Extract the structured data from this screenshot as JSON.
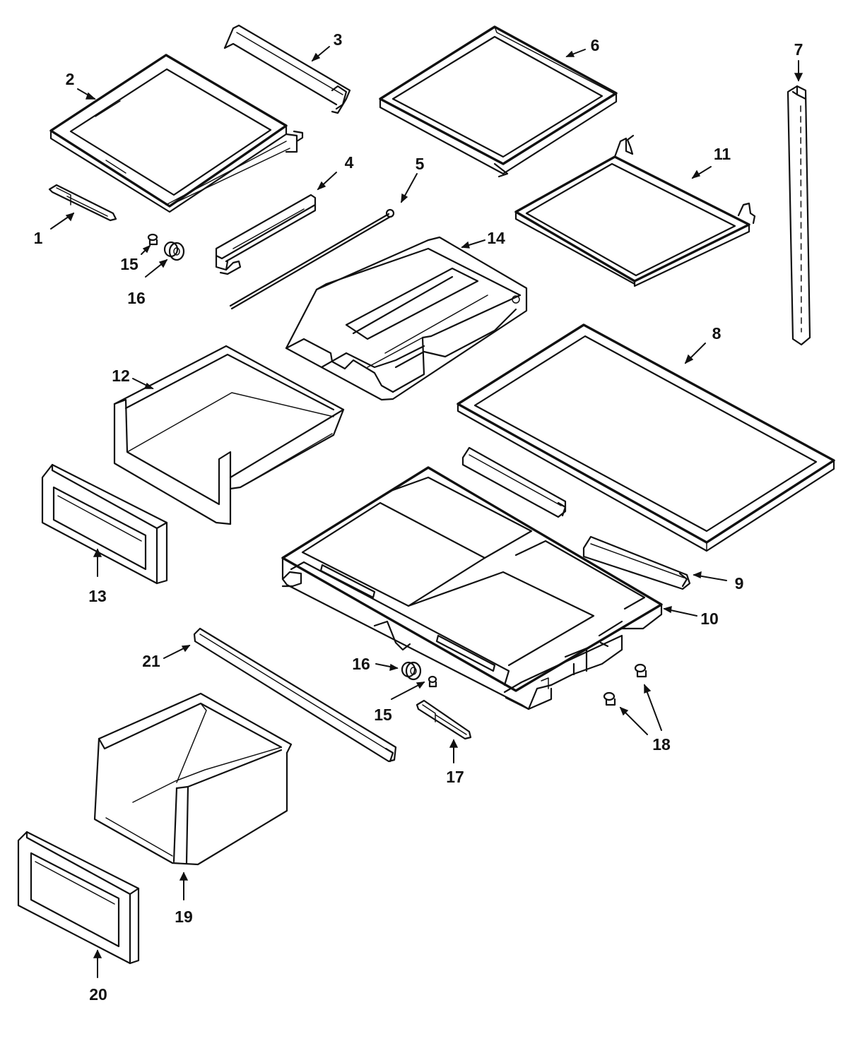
{
  "callouts": [
    {
      "id": "1",
      "label": "1"
    },
    {
      "id": "2",
      "label": "2"
    },
    {
      "id": "3",
      "label": "3"
    },
    {
      "id": "4",
      "label": "4"
    },
    {
      "id": "5",
      "label": "5"
    },
    {
      "id": "6",
      "label": "6"
    },
    {
      "id": "7",
      "label": "7"
    },
    {
      "id": "8",
      "label": "8"
    },
    {
      "id": "9",
      "label": "9"
    },
    {
      "id": "10",
      "label": "10"
    },
    {
      "id": "11",
      "label": "11"
    },
    {
      "id": "12",
      "label": "12"
    },
    {
      "id": "13",
      "label": "13"
    },
    {
      "id": "14",
      "label": "14"
    },
    {
      "id": "15a",
      "label": "15"
    },
    {
      "id": "15b",
      "label": "15"
    },
    {
      "id": "16a",
      "label": "16"
    },
    {
      "id": "16b",
      "label": "16"
    },
    {
      "id": "17",
      "label": "17"
    },
    {
      "id": "18",
      "label": "18"
    },
    {
      "id": "19",
      "label": "19"
    },
    {
      "id": "20",
      "label": "20"
    },
    {
      "id": "21",
      "label": "21"
    }
  ]
}
